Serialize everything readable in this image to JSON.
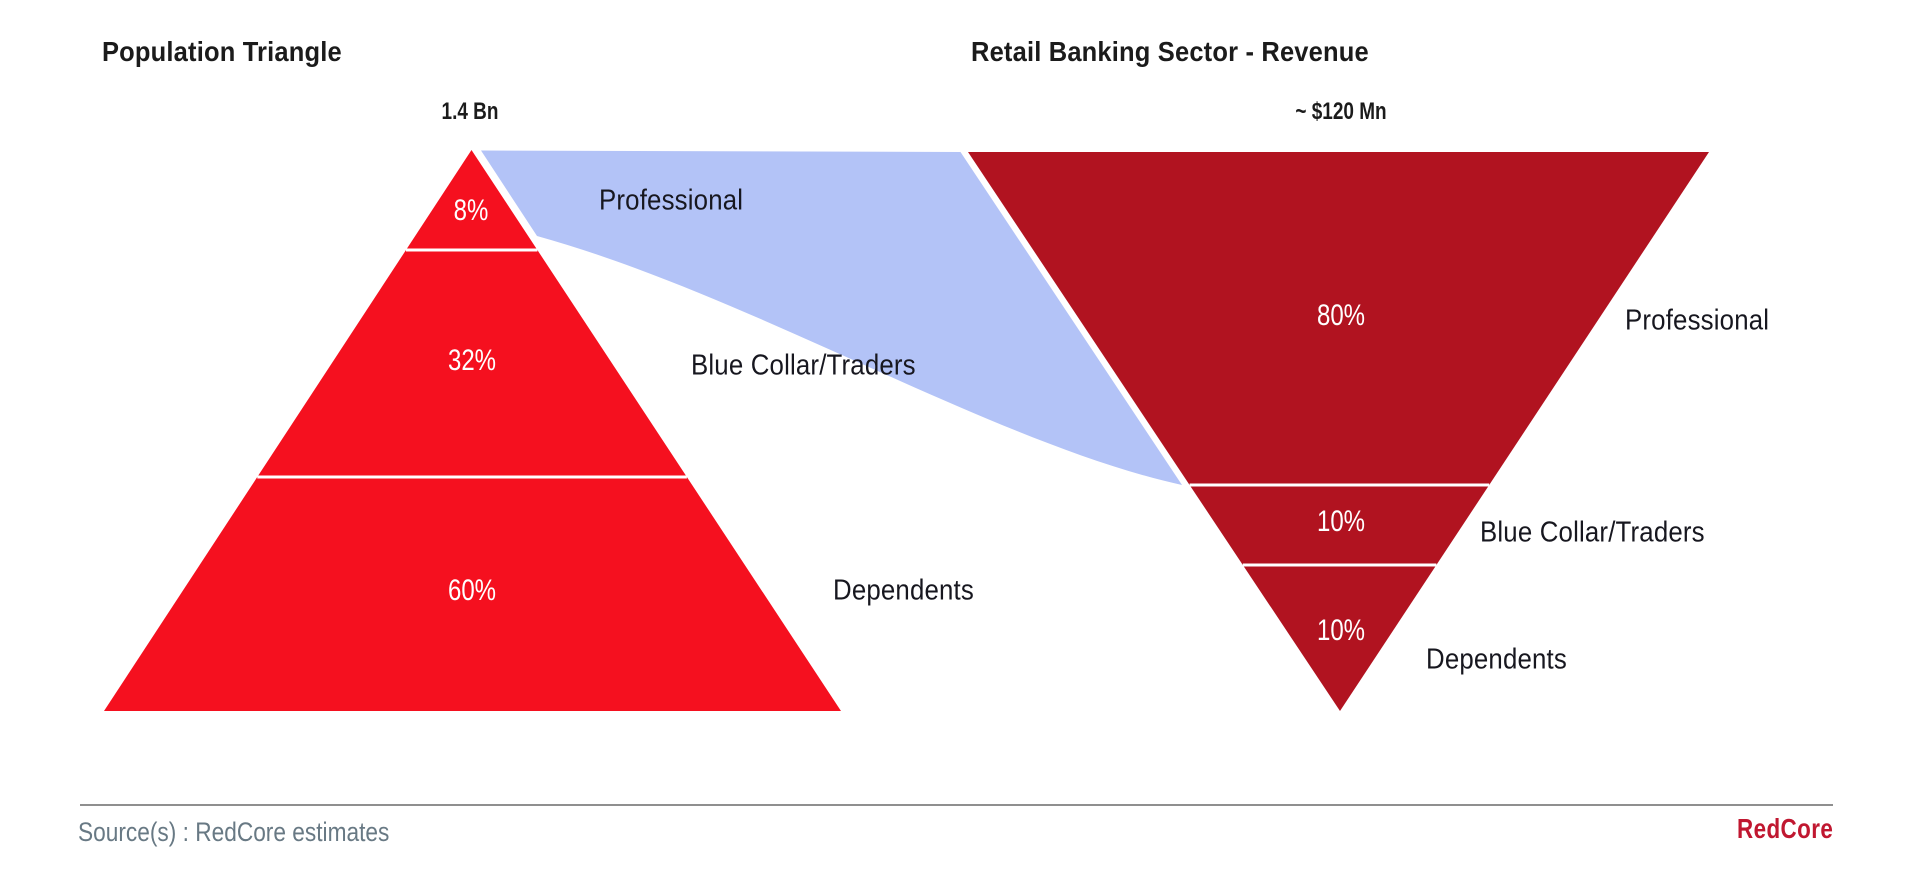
{
  "left_chart": {
    "title": "Population Triangle",
    "total_label": "1.4 Bn",
    "segments": [
      {
        "value": "8%",
        "label": "Professional"
      },
      {
        "value": "32%",
        "label": "Blue Collar/Traders"
      },
      {
        "value": "60%",
        "label": "Dependents"
      }
    ]
  },
  "right_chart": {
    "title": "Retail Banking Sector - Revenue",
    "total_label": "~ $120 Mn",
    "segments": [
      {
        "value": "80%",
        "label": "Professional"
      },
      {
        "value": "10%",
        "label": "Blue Collar/Traders"
      },
      {
        "value": "10%",
        "label": "Dependents"
      }
    ]
  },
  "footer": {
    "source": "Source(s) : RedCore estimates",
    "brand": "RedCore"
  },
  "colors": {
    "population_triangle": "#f5101f",
    "revenue_triangle": "#b11320",
    "flow_band": "#b3c3f7",
    "brand_red": "#c01730",
    "source_gray": "#687984"
  },
  "chart_data": {
    "type": "pyramid-flow",
    "charts": [
      {
        "title": "Population Triangle",
        "shape": "pyramid",
        "total": "1.4 Bn",
        "categories": [
          "Professional",
          "Blue Collar/Traders",
          "Dependents"
        ],
        "values": [
          8,
          32,
          60
        ],
        "unit": "%",
        "color": "#f5101f"
      },
      {
        "title": "Retail Banking Sector - Revenue",
        "shape": "inverted-pyramid",
        "total": "~ $120 Mn",
        "categories": [
          "Professional",
          "Blue Collar/Traders",
          "Dependents"
        ],
        "values": [
          80,
          10,
          10
        ],
        "unit": "%",
        "color": "#b11320"
      }
    ],
    "flow": {
      "from": "Population Triangle / Professional (8%)",
      "to": "Retail Banking Sector - Revenue / Professional (80%)",
      "color": "#b3c3f7"
    }
  }
}
